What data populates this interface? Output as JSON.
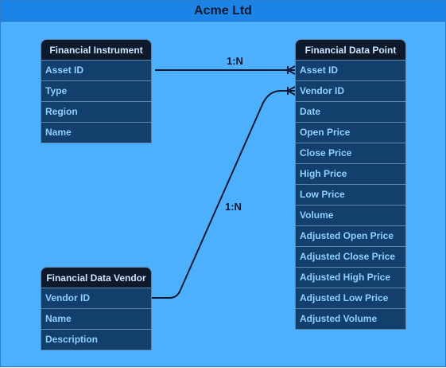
{
  "diagram": {
    "title": "Acme Ltd",
    "entities": {
      "instrument": {
        "name": "Financial Instrument",
        "fields": [
          "Asset ID",
          "Type",
          "Region",
          "Name"
        ]
      },
      "datapoint": {
        "name": "Financial Data Point",
        "fields": [
          "Asset ID",
          "Vendor ID",
          "Date",
          "Open Price",
          "Close Price",
          "High Price",
          "Low Price",
          "Volume",
          "Adjusted Open Price",
          "Adjusted Close Price",
          "Adjusted High Price",
          "Adjusted Low Price",
          "Adjusted Volume"
        ]
      },
      "vendor": {
        "name": "Financial Data Vendor",
        "fields": [
          "Vendor ID",
          "Name",
          "Description"
        ]
      }
    },
    "relationships": [
      {
        "from": "Financial Instrument.Asset ID",
        "to": "Financial Data Point.Asset ID",
        "label": "1:N"
      },
      {
        "from": "Financial Data Vendor.Vendor ID",
        "to": "Financial Data Point.Vendor ID",
        "label": "1:N"
      }
    ],
    "colors": {
      "background": "#4cb0ff",
      "title_bar": "#1c84e6",
      "entity_header": "#0e1a2b",
      "entity_body": "#133f6d",
      "field_text": "#8fd0ff",
      "line": "#0b1a2e"
    }
  }
}
